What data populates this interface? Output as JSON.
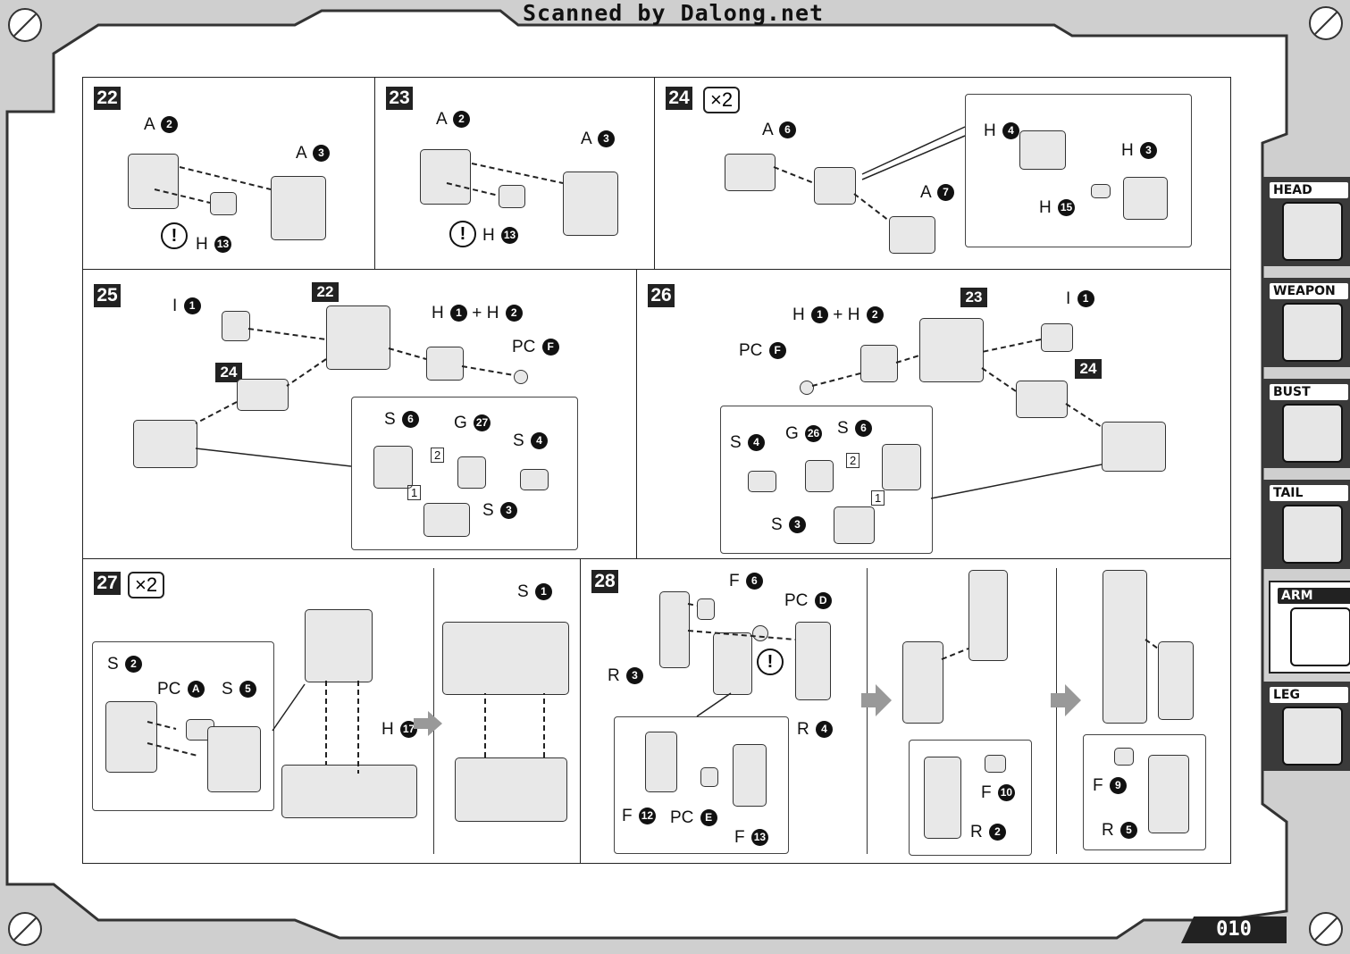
{
  "watermark": "Scanned by Dalong.net",
  "page_number": "010",
  "side_tabs": [
    {
      "label": "HEAD",
      "active": false
    },
    {
      "label": "WEAPON",
      "active": false
    },
    {
      "label": "BUST",
      "active": false
    },
    {
      "label": "TAIL",
      "active": false
    },
    {
      "label": "ARM",
      "active": true
    },
    {
      "label": "LEG",
      "active": false
    }
  ],
  "steps": {
    "s22": {
      "num": "22",
      "labels": [
        "A",
        "A",
        "H"
      ],
      "nums": [
        "2",
        "3",
        "13"
      ]
    },
    "s23": {
      "num": "23",
      "labels": [
        "A",
        "A",
        "H"
      ],
      "nums": [
        "2",
        "3",
        "13"
      ]
    },
    "s24": {
      "num": "24",
      "multiplier": "×2",
      "labels": [
        "A",
        "A",
        "H",
        "H",
        "H"
      ],
      "nums": [
        "6",
        "7",
        "4",
        "3",
        "15"
      ]
    },
    "s25": {
      "num": "25",
      "refs": [
        "22",
        "24"
      ],
      "labels": [
        "I",
        "H",
        "+",
        "H",
        "PC",
        "S",
        "G",
        "S",
        "S"
      ],
      "nums": [
        "1",
        "1",
        "2",
        "F",
        "6",
        "27",
        "4",
        "3"
      ],
      "steps_small": [
        "1",
        "2"
      ]
    },
    "s26": {
      "num": "26",
      "refs": [
        "23",
        "24"
      ],
      "labels": [
        "H",
        "+",
        "H",
        "I",
        "PC",
        "S",
        "G",
        "S",
        "S"
      ],
      "nums": [
        "1",
        "2",
        "1",
        "F",
        "4",
        "26",
        "6",
        "3"
      ],
      "steps_small": [
        "1",
        "2"
      ]
    },
    "s27": {
      "num": "27",
      "multiplier": "×2",
      "labels": [
        "S",
        "PC",
        "S",
        "H",
        "S"
      ],
      "nums": [
        "2",
        "A",
        "5",
        "17",
        "1"
      ]
    },
    "s28": {
      "num": "28",
      "labels": [
        "F",
        "PC",
        "R",
        "R",
        "F",
        "PC",
        "F",
        "F",
        "R",
        "F",
        "R"
      ],
      "nums": [
        "6",
        "D",
        "3",
        "4",
        "12",
        "E",
        "13",
        "10",
        "2",
        "9",
        "5"
      ]
    }
  },
  "warning_symbol": "!"
}
